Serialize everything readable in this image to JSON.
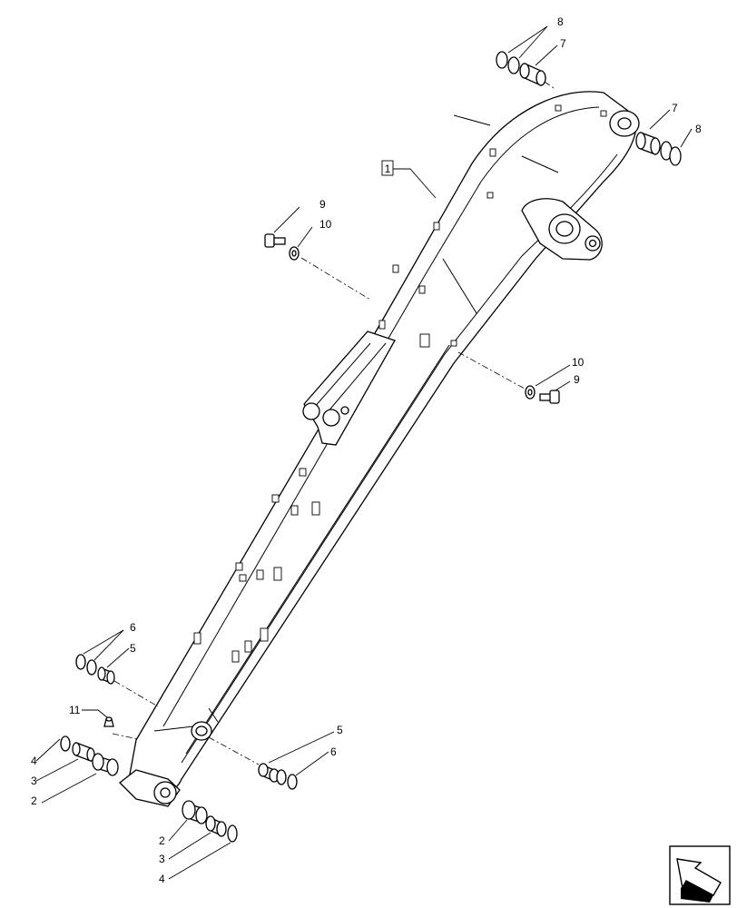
{
  "labels": {
    "main_boom": "1",
    "pin_bush_bottom_left": "2",
    "pin_bush_bottom_right": "2",
    "spacer_bottom_left": "3",
    "spacer_bottom_right": "3",
    "ring_bottom_left": "4",
    "ring_bottom_right": "4",
    "bushing_left": "5",
    "bushing_right": "5",
    "seal_left": "6",
    "seal_right": "6",
    "bushing_top_left": "7",
    "bushing_top_right": "7",
    "seal_top_left": "8",
    "seal_top_right": "8",
    "bolt_upper": "9",
    "bolt_lower": "9",
    "washer_upper": "10",
    "washer_lower": "10",
    "grease_fitting": "11"
  },
  "icons": {
    "nav": "navigation-arrow-icon"
  },
  "colors": {
    "line": "#000000",
    "background": "#ffffff"
  }
}
